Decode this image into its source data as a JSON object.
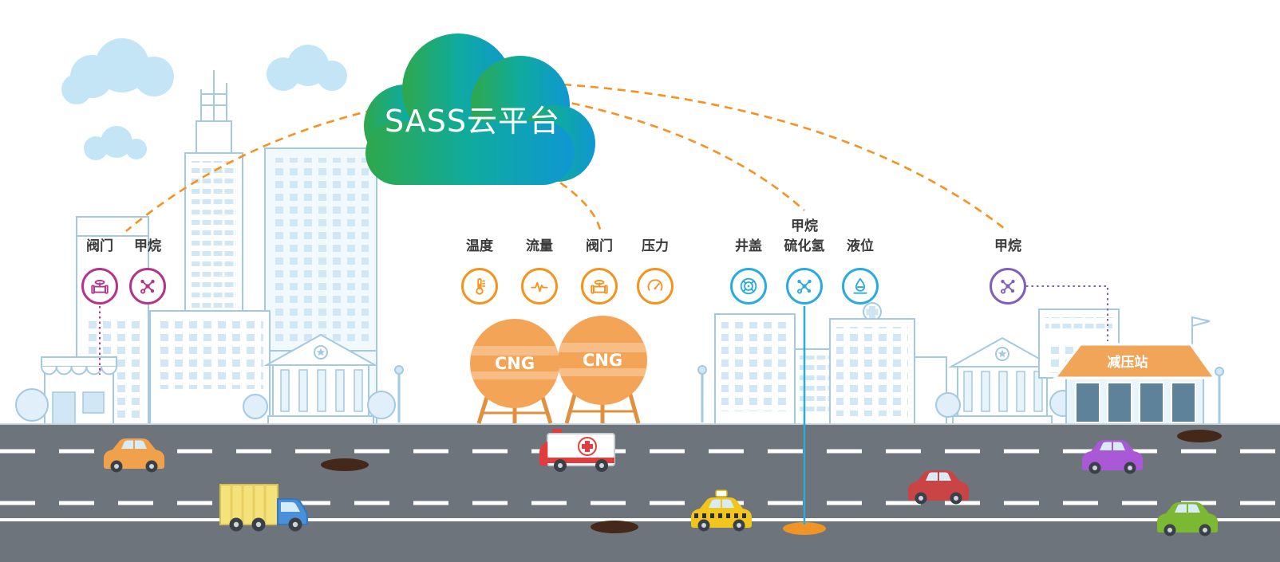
{
  "cloud": {
    "label": "SASS云平台"
  },
  "groups": {
    "city": {
      "color": "#b5338a",
      "sensors": [
        {
          "label": "阀门",
          "icon": "valve-icon"
        },
        {
          "label": "甲烷",
          "icon": "methane-molecule-icon"
        }
      ]
    },
    "cng_station": {
      "color": "#f6921e",
      "sensors": [
        {
          "label": "温度",
          "icon": "thermometer-icon"
        },
        {
          "label": "流量",
          "icon": "flow-wave-icon"
        },
        {
          "label": "阀门",
          "icon": "valve-icon"
        },
        {
          "label": "压力",
          "icon": "pressure-gauge-icon"
        }
      ]
    },
    "manhole": {
      "color": "#29abe2",
      "sensors": [
        {
          "label": "井盖",
          "icon": "manhole-cover-icon"
        },
        {
          "label": "甲烷",
          "label2": "硫化氢",
          "icon": "methane-molecule-icon"
        },
        {
          "label": "液位",
          "icon": "liquid-level-icon"
        }
      ]
    },
    "regulator": {
      "color": "#7d5fbe",
      "sensors": [
        {
          "label": "甲烷",
          "icon": "methane-molecule-icon"
        }
      ]
    }
  },
  "tanks": [
    "CNG",
    "CNG"
  ],
  "station": {
    "label": "减压站"
  },
  "colors": {
    "cloud_gradient_start": "#2fa84b",
    "cloud_gradient_mid": "#0fab9e",
    "cloud_gradient_end": "#0f97d2",
    "connector_dashed": "#f6921e",
    "skyline_outline": "#a3c9e3",
    "road": "#6e747b",
    "tank_orange": "#f3a457"
  }
}
